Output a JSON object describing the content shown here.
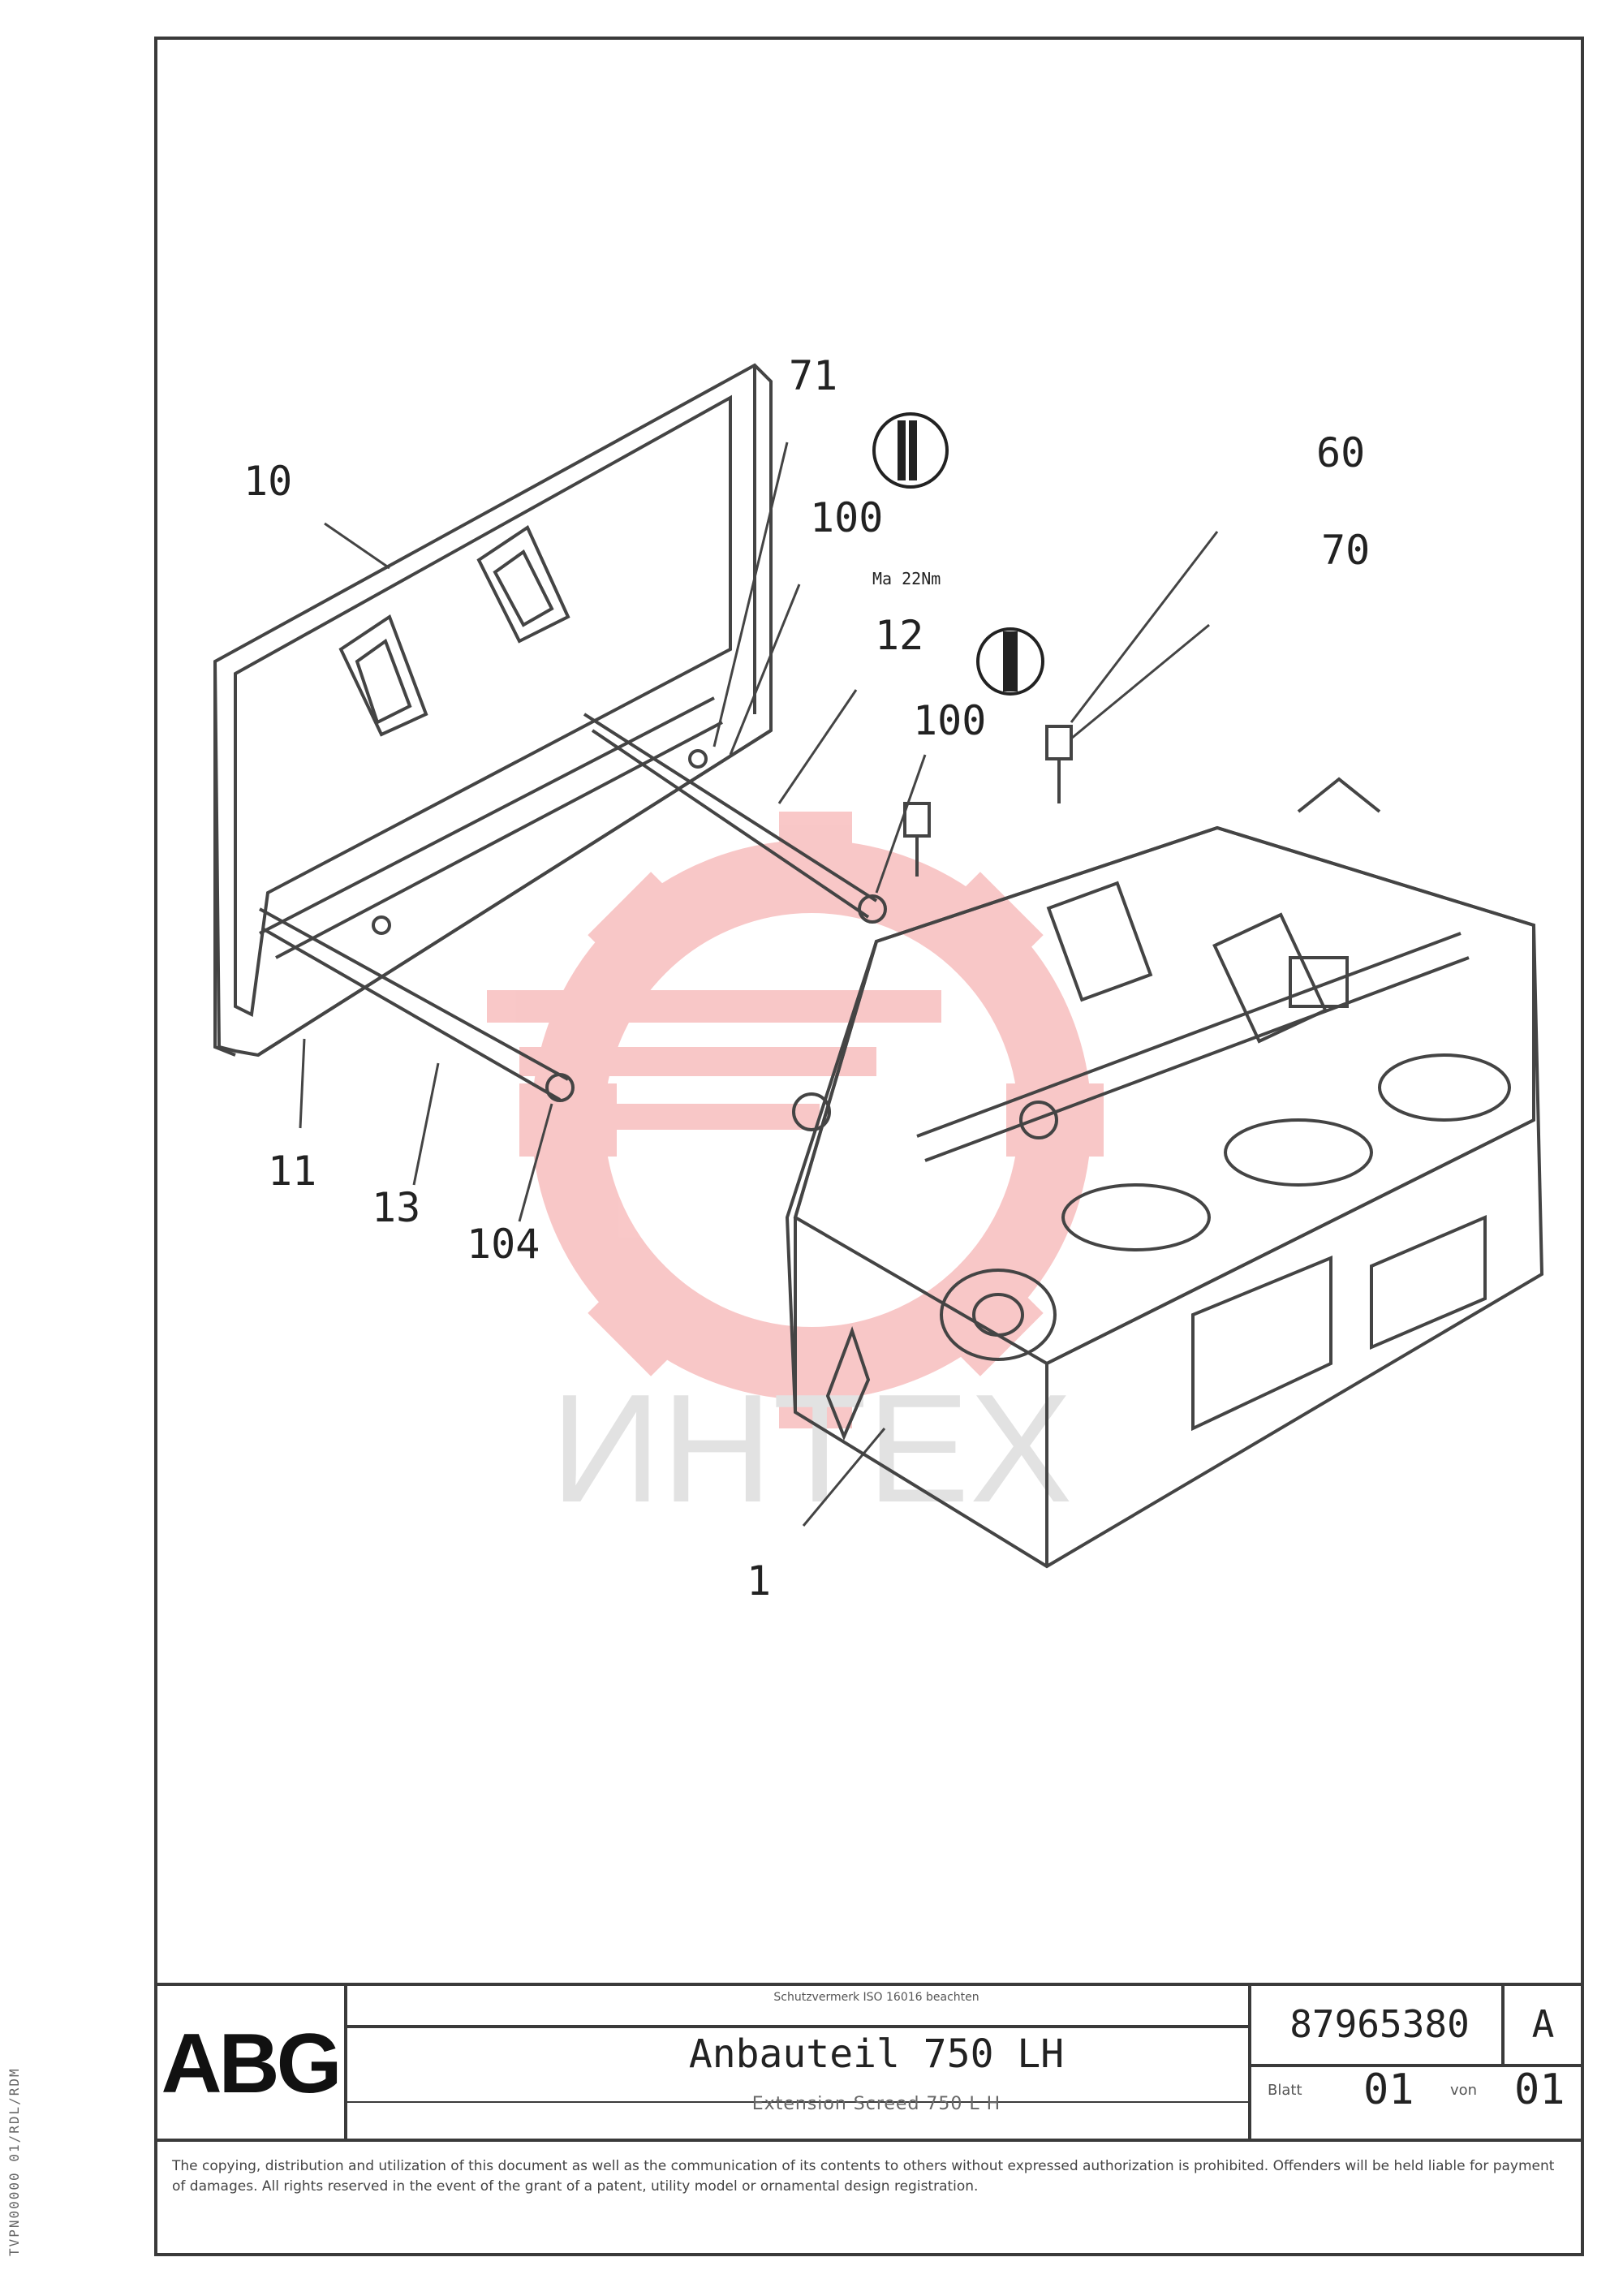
{
  "callouts": [
    {
      "id": "c-10",
      "text": "10"
    },
    {
      "id": "c-71",
      "text": "71"
    },
    {
      "id": "c-100a",
      "text": "100"
    },
    {
      "id": "c-torque",
      "text": "Ma 22Nm"
    },
    {
      "id": "c-12",
      "text": "12"
    },
    {
      "id": "c-100b",
      "text": "100"
    },
    {
      "id": "c-60",
      "text": "60"
    },
    {
      "id": "c-70",
      "text": "70"
    },
    {
      "id": "c-11",
      "text": "11"
    },
    {
      "id": "c-13",
      "text": "13"
    },
    {
      "id": "c-104",
      "text": "104"
    },
    {
      "id": "c-1",
      "text": "1"
    }
  ],
  "watermark": {
    "text": "ИНТЕХ",
    "color": "#e8393a"
  },
  "side_code": "TVPN00000 01/RDL/RDM",
  "title_block": {
    "logo": "ABG",
    "top_note": "Schutzvermerk ISO 16016 beachten",
    "title": "Anbauteil 750 LH",
    "subtitle": "Extension Screed 750 L H",
    "drawing_number": "87965380",
    "revision": "A",
    "sheet_label": "Blatt",
    "sheet": "01",
    "of_label": "von",
    "of": "01",
    "notice": "The copying, distribution and utilization of this document as well as the communication of its contents to others without expressed authorization is prohibited. Offenders will be held liable for payment of damages. All rights reserved in the event of the grant of a patent, utility model or ornamental design registration."
  }
}
